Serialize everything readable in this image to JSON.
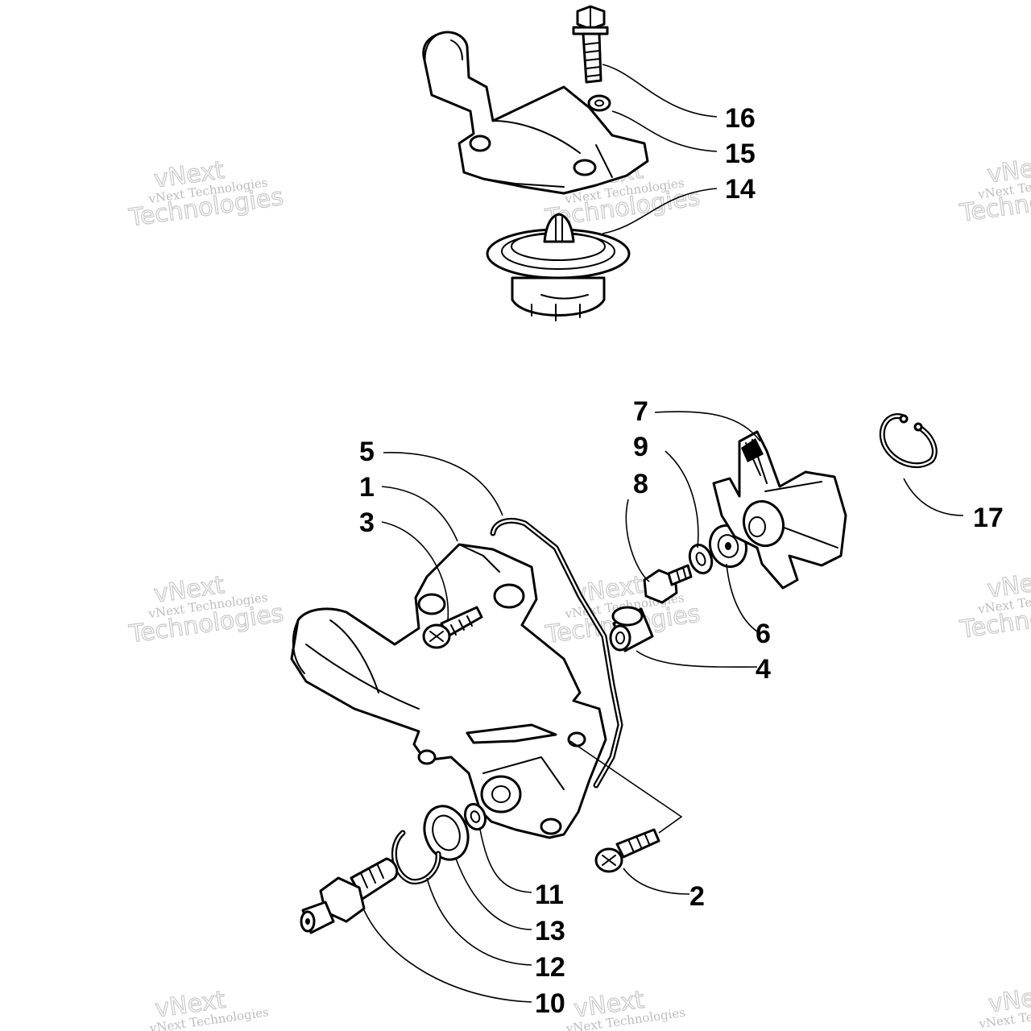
{
  "diagram": {
    "callouts": [
      {
        "id": "16",
        "text": "16"
      },
      {
        "id": "15",
        "text": "15"
      },
      {
        "id": "14",
        "text": "14"
      },
      {
        "id": "7",
        "text": "7"
      },
      {
        "id": "9",
        "text": "9"
      },
      {
        "id": "8",
        "text": "8"
      },
      {
        "id": "5",
        "text": "5"
      },
      {
        "id": "1",
        "text": "1"
      },
      {
        "id": "3",
        "text": "3"
      },
      {
        "id": "17",
        "text": "17"
      },
      {
        "id": "6",
        "text": "6"
      },
      {
        "id": "4",
        "text": "4"
      },
      {
        "id": "11",
        "text": "11"
      },
      {
        "id": "2",
        "text": "2"
      },
      {
        "id": "13",
        "text": "13"
      },
      {
        "id": "12",
        "text": "12"
      },
      {
        "id": "10",
        "text": "10"
      }
    ],
    "watermark": {
      "brand": "vNext",
      "company": "Technologies",
      "full": "vNext Technologies"
    }
  }
}
